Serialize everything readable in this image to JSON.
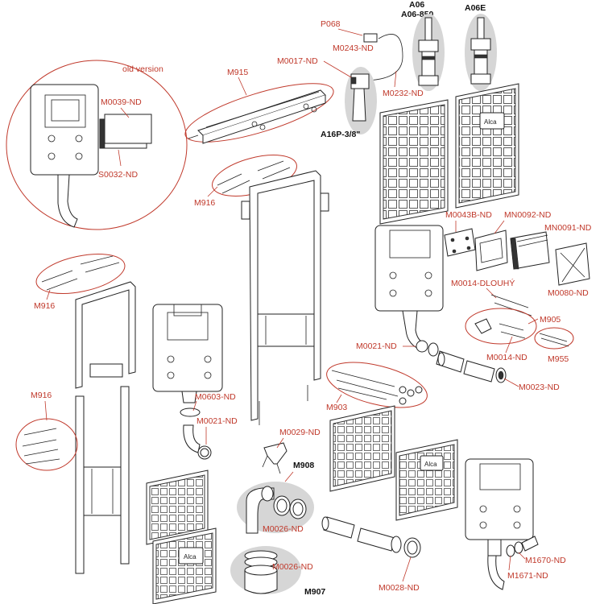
{
  "labels": {
    "old_version": "old version",
    "m0039": "M0039-ND",
    "s0032": "S0032-ND",
    "m915": "M915",
    "p068": "P068",
    "m0243": "M0243-ND",
    "a06": "A06",
    "a06_850": "A06-850",
    "a06e": "A06E",
    "m0017": "M0017-ND",
    "m0232": "M0232-ND",
    "a16p": "A16P-3/8\"",
    "m916_a": "M916",
    "m916_b": "M916",
    "m916_c": "M916",
    "m0043b": "M0043B-ND",
    "mn0092": "MN0092-ND",
    "mn0091": "MN0091-ND",
    "m0080": "M0080-ND",
    "m0014_dlouhy": "M0014-DLOUHÝ",
    "m905": "M905",
    "m0014": "M0014-ND",
    "m955": "M955",
    "m0021_a": "M0021-ND",
    "m0021_b": "M0021-ND",
    "m0023": "M0023-ND",
    "m903": "M903",
    "m0603": "M0603-ND",
    "m0029": "M0029-ND",
    "m908": "M908",
    "m0026_a": "M0026-ND",
    "m0026_b": "M0026-ND",
    "m907": "M907",
    "m0028": "M0028-ND",
    "m1670": "M1670-ND",
    "m1671": "M1671-ND"
  },
  "brand": {
    "plate_logo": "Alca"
  },
  "colors": {
    "label_red": "#c0392b",
    "outline": "#222222",
    "group_shade": "#d6d6d6"
  }
}
